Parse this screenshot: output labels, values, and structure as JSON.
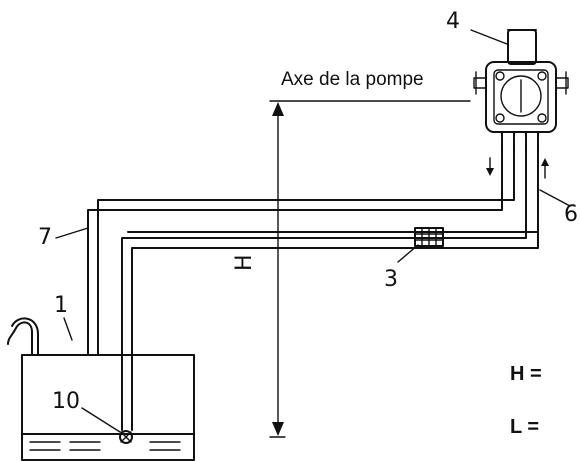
{
  "diagram": {
    "labels": {
      "axis": "Axe de la pompe",
      "n1": "1",
      "n3": "3",
      "n4": "4",
      "n6": "6",
      "n7": "7",
      "n10": "10",
      "h_dim": "H"
    },
    "formula": {
      "h": "H =",
      "l": "L ="
    }
  }
}
